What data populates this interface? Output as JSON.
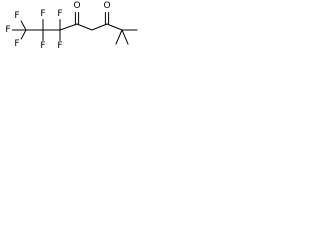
{
  "molecule": {
    "atoms": [
      {
        "id": "F1",
        "symbol": "F"
      },
      {
        "id": "F2",
        "symbol": "F"
      },
      {
        "id": "F3",
        "symbol": "F"
      },
      {
        "id": "F4",
        "symbol": "F"
      },
      {
        "id": "F5",
        "symbol": "F"
      },
      {
        "id": "F6",
        "symbol": "F"
      },
      {
        "id": "F7",
        "symbol": "F"
      },
      {
        "id": "O1",
        "symbol": "O"
      },
      {
        "id": "O2",
        "symbol": "O"
      }
    ],
    "bonds": [
      {
        "from": "C1",
        "to": "C2",
        "order": 1
      },
      {
        "from": "C2",
        "to": "C3",
        "order": 1
      },
      {
        "from": "C3",
        "to": "C4",
        "order": 1
      },
      {
        "from": "C4",
        "to": "C5",
        "order": 1
      },
      {
        "from": "C5",
        "to": "C6",
        "order": 1
      },
      {
        "from": "C6",
        "to": "C7",
        "order": 1
      },
      {
        "from": "C7",
        "to": "C8",
        "order": 1
      },
      {
        "from": "C7",
        "to": "C9",
        "order": 1
      },
      {
        "from": "C7",
        "to": "C10",
        "order": 1
      },
      {
        "from": "C4",
        "to": "O2",
        "order": 2
      },
      {
        "from": "C6",
        "to": "O1",
        "order": 2
      },
      {
        "from": "C1",
        "to": "F1",
        "order": 1
      },
      {
        "from": "C1",
        "to": "F2",
        "order": 1
      },
      {
        "from": "C1",
        "to": "F3",
        "order": 1
      },
      {
        "from": "C2",
        "to": "F4",
        "order": 1
      },
      {
        "from": "C2",
        "to": "F5",
        "order": 1
      },
      {
        "from": "C3",
        "to": "F6",
        "order": 1
      },
      {
        "from": "C3",
        "to": "F7",
        "order": 1
      }
    ]
  }
}
